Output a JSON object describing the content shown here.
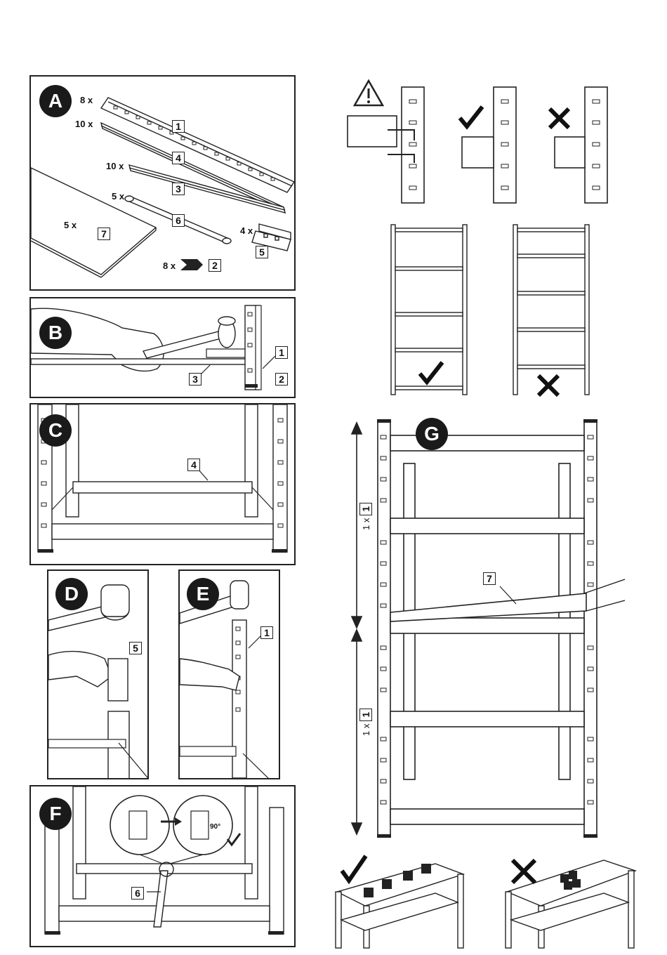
{
  "panels": {
    "A": {
      "badge": "A",
      "parts": [
        {
          "qty": "8 x",
          "part": "1"
        },
        {
          "qty": "10 x",
          "part": "4"
        },
        {
          "qty": "10 x",
          "part": "3"
        },
        {
          "qty": "5 x",
          "part": "6"
        },
        {
          "qty": "5 x",
          "part": "7"
        },
        {
          "qty": "4 x",
          "part": "5"
        },
        {
          "qty": "8 x",
          "part": "2"
        }
      ]
    },
    "B": {
      "badge": "B",
      "callouts": [
        "1",
        "3",
        "2"
      ]
    },
    "C": {
      "badge": "C",
      "callout": "4"
    },
    "D": {
      "badge": "D",
      "callout": "5"
    },
    "E": {
      "badge": "E",
      "callout": "1"
    },
    "F": {
      "badge": "F",
      "callout": "6",
      "rotation_label": "90°"
    },
    "G": {
      "badge": "G",
      "callout": "7",
      "upright_labels": [
        {
          "text": "1 x",
          "part": "1"
        },
        {
          "text": "1 x",
          "part": "1"
        }
      ]
    }
  },
  "icons": {
    "warning": "warning-triangle-icon",
    "check": "check-icon",
    "cross": "cross-icon",
    "arrow": "arrow-right-icon",
    "rotate": "rotate-clockwise-icon"
  }
}
